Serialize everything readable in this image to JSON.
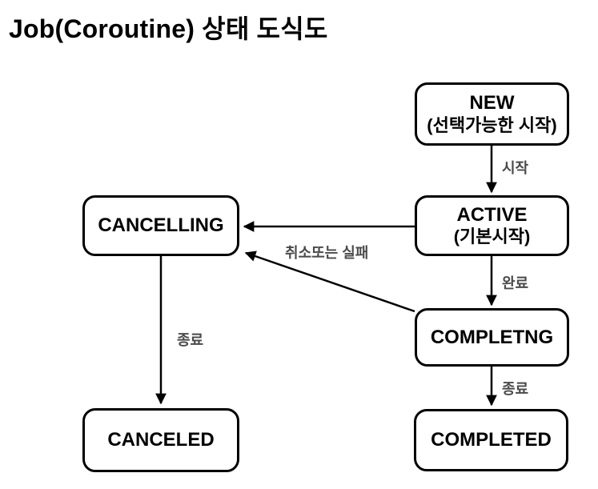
{
  "title": "Job(Coroutine) 상태 도식도",
  "diagram": {
    "type": "state-diagram",
    "nodes": [
      {
        "id": "new",
        "label": "NEW",
        "sublabel": "(선택가능한 시작)"
      },
      {
        "id": "active",
        "label": "ACTIVE",
        "sublabel": "(기본시작)"
      },
      {
        "id": "cancelling",
        "label": "CANCELLING",
        "sublabel": ""
      },
      {
        "id": "completng",
        "label": "COMPLETNG",
        "sublabel": ""
      },
      {
        "id": "canceled",
        "label": "CANCELED",
        "sublabel": ""
      },
      {
        "id": "completed",
        "label": "COMPLETED",
        "sublabel": ""
      }
    ],
    "edges": [
      {
        "from": "new",
        "to": "active",
        "label": "시작"
      },
      {
        "from": "active",
        "to": "cancelling",
        "label": ""
      },
      {
        "from": "completng",
        "to": "cancelling",
        "label": "취소또는 실패"
      },
      {
        "from": "active",
        "to": "completng",
        "label": "완료"
      },
      {
        "from": "cancelling",
        "to": "canceled",
        "label": "종료"
      },
      {
        "from": "completng",
        "to": "completed",
        "label": "종료"
      }
    ],
    "colors": {
      "background": "#ffffff",
      "node_border": "#000000",
      "node_text": "#000000",
      "edge_line": "#000000",
      "edge_label": "#4a4a4a"
    }
  }
}
